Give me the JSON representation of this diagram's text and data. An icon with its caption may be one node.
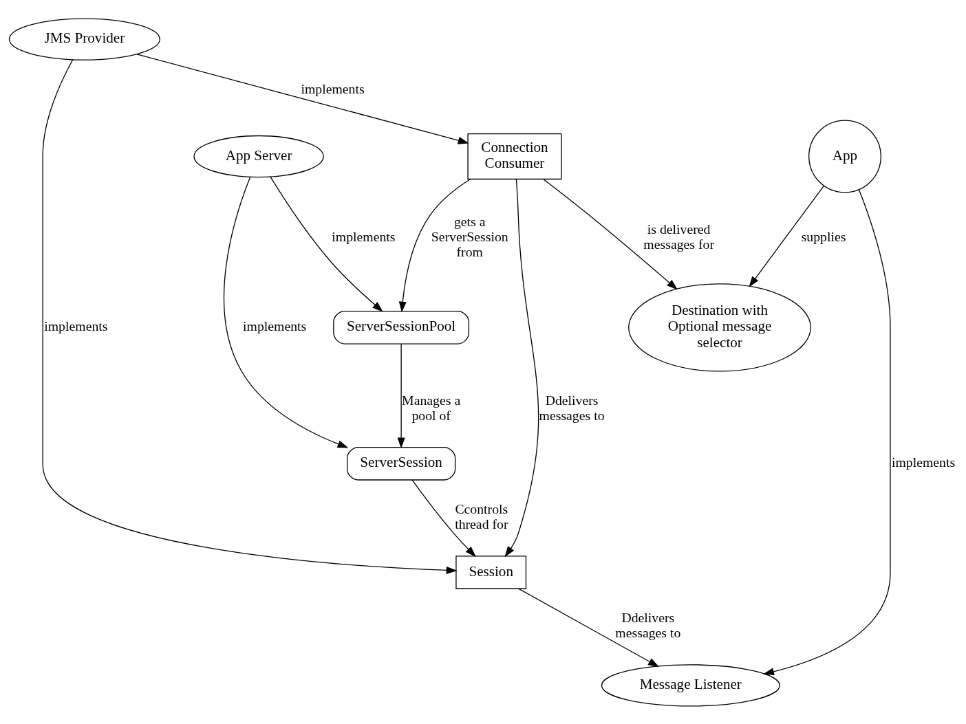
{
  "diagram": {
    "nodes": [
      {
        "text": [
          "JMS Provider"
        ]
      },
      {
        "text": [
          "ServerSession"
        ]
      },
      {
        "text": [
          "App Server"
        ]
      },
      {
        "text": [
          "Session"
        ]
      },
      {
        "text": [
          "ServerSessionPool"
        ]
      },
      {
        "text": [
          "Connection Consumer"
        ]
      },
      {
        "text": [
          "Destination with Optional message selector"
        ]
      },
      {
        "text": [
          "Message Listener"
        ]
      },
      {
        "text": [
          "App"
        ]
      }
    ],
    "edges": [
      {
        "from": 0,
        "to": 3,
        "arrow": "to",
        "label": "implements"
      },
      {
        "from": 2,
        "to": 1,
        "arrow": "to",
        "label": "implements"
      },
      {
        "from": 0,
        "to": 5,
        "arrow": "to",
        "label": "implements"
      },
      {
        "from": 1,
        "to": 3,
        "arrow": "to",
        "label": "Ccontrols thread for"
      },
      {
        "from": 4,
        "to": 1,
        "arrow": "to",
        "label": "Manages a pool of"
      },
      {
        "from": 2,
        "to": 4,
        "arrow": "to",
        "label": "implements"
      },
      {
        "from": 5,
        "to": 3,
        "arrow": "to",
        "label": "Ddelivers messages to"
      },
      {
        "from": 5,
        "to": 4,
        "arrow": "to",
        "label": "gets a ServerSession from"
      },
      {
        "from": 3,
        "to": 7,
        "arrow": "to",
        "label": "Ddelivers messages to"
      },
      {
        "from": 5,
        "to": 6,
        "arrow": "to",
        "label": "is delivered messages for"
      },
      {
        "from": 8,
        "to": 6,
        "arrow": "to",
        "label": "supplies"
      },
      {
        "from": 8,
        "to": 7,
        "arrow": "to",
        "label": "implements"
      }
    ]
  }
}
